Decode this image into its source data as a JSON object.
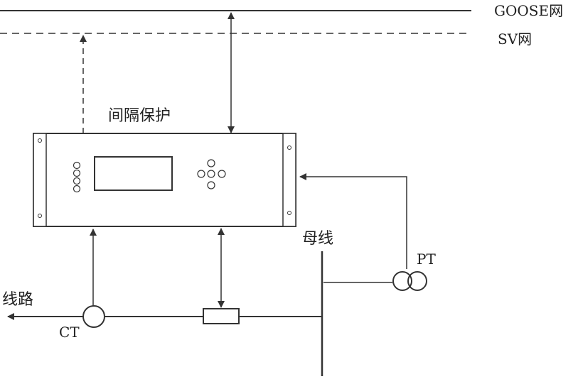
{
  "labels": {
    "goose_net": "GOOSE网",
    "sv_net": "SV网",
    "bay_protection": "间隔保护",
    "busbar": "母线",
    "pt": "PT",
    "ct": "CT",
    "line": "线路"
  },
  "colors": {
    "line": "#333333",
    "device_fill": "#ffffff",
    "background": "#ffffff"
  },
  "icons": {
    "device": "protection-relay-device",
    "ct": "current-transformer-symbol",
    "pt": "potential-transformer-symbol",
    "breaker": "circuit-breaker-rectangle"
  }
}
